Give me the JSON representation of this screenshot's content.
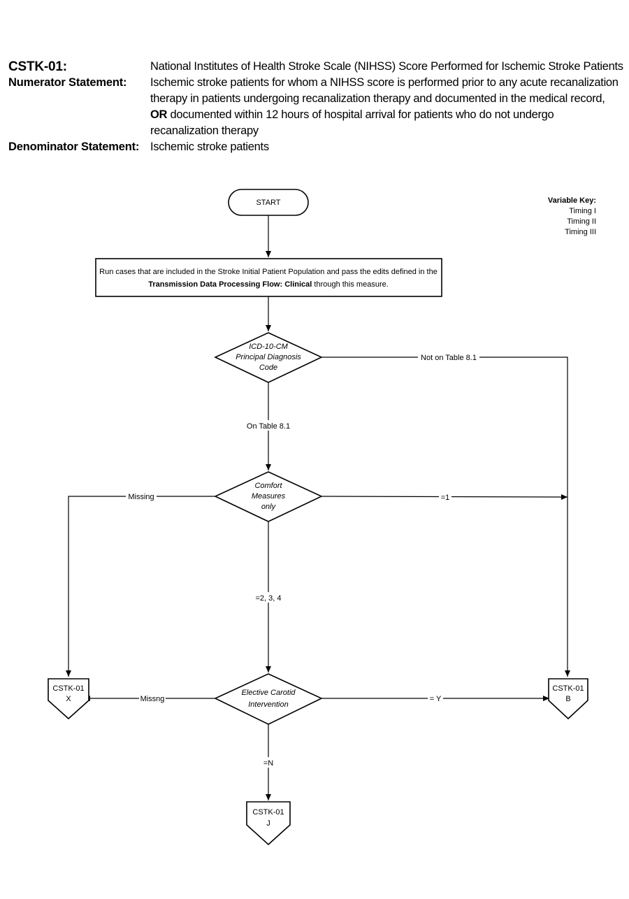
{
  "header": {
    "measure_label": "CSTK-01:",
    "measure_title": "National Institutes of Health Stroke Scale (NIHSS) Score Performed for Ischemic Stroke Patients",
    "numerator_label": "Numerator Statement:",
    "numerator_text_a": "Ischemic stroke patients for whom a NIHSS score is performed prior to any acute recanalization therapy in patients undergoing recanalization therapy and documented in the medical record,",
    "numerator_or": "OR",
    "numerator_text_b": "documented within 12 hours of hospital arrival for patients who do not undergo recanalization therapy",
    "denominator_label": "Denominator Statement:",
    "denominator_text": "Ischemic stroke patients"
  },
  "variable_key": {
    "title": "Variable Key:",
    "items": [
      "Timing I",
      "Timing II",
      "Timing III"
    ]
  },
  "flow": {
    "start": "START",
    "process_line1": "Run cases that are included in the Stroke Initial Patient Population and pass the edits defined in the",
    "process_bold": "Transmission Data Processing Flow: Clinical",
    "process_tail": "through this measure.",
    "d1": [
      "ICD-10-CM",
      "Principal Diagnosis",
      "Code"
    ],
    "d1_right": "Not on Table 8.1",
    "d1_down": "On Table 8.1",
    "d2": [
      "Comfort",
      "Measures",
      "only"
    ],
    "d2_left": "Missing",
    "d2_right": "=1",
    "d2_down": "=2, 3, 4",
    "d3": [
      "Elective Carotid",
      "Intervention"
    ],
    "d3_left": "Missng",
    "d3_right": "= Y",
    "d3_down": "=N",
    "end_x": [
      "CSTK-01",
      "X"
    ],
    "end_b": [
      "CSTK-01",
      "B"
    ],
    "end_j": [
      "CSTK-01",
      "J"
    ]
  }
}
